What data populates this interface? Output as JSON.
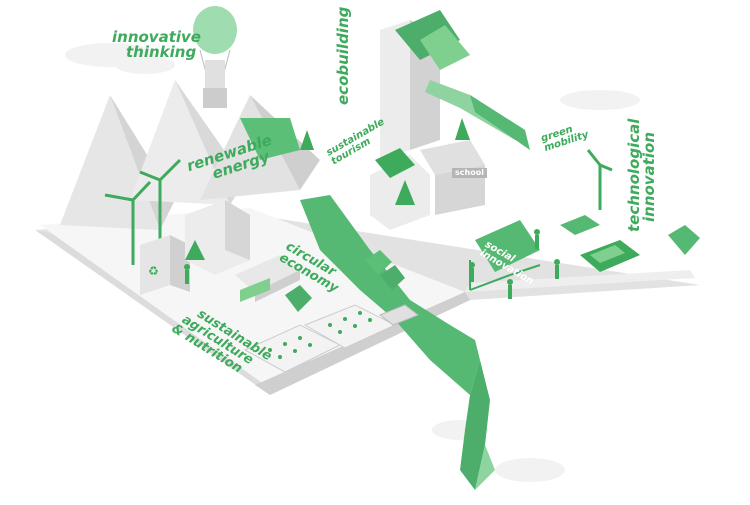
{
  "labels": {
    "innovative_thinking": [
      "innovative",
      "thinking"
    ],
    "renewable_energy": [
      "renewable",
      "energy"
    ],
    "ecobuilding": "ecobuilding",
    "sustainable_tourism": [
      "sustainable",
      "tourism"
    ],
    "green_mobility": [
      "green",
      "mobility"
    ],
    "technological_innovation": [
      "technological",
      "innovation"
    ],
    "circular_economy": [
      "circular",
      "economy"
    ],
    "social_innovation": [
      "social",
      "innovation"
    ],
    "sustainable_agriculture": [
      "sustainable",
      "agriculture",
      "& nutrition"
    ],
    "school_sign": "school"
  },
  "colors": {
    "accent_green": "#3daa5c",
    "light_green": "#7fd08f",
    "pale_gray": "#ececec",
    "mid_gray": "#d6d6d6",
    "dark_gray": "#b5b5b5"
  }
}
